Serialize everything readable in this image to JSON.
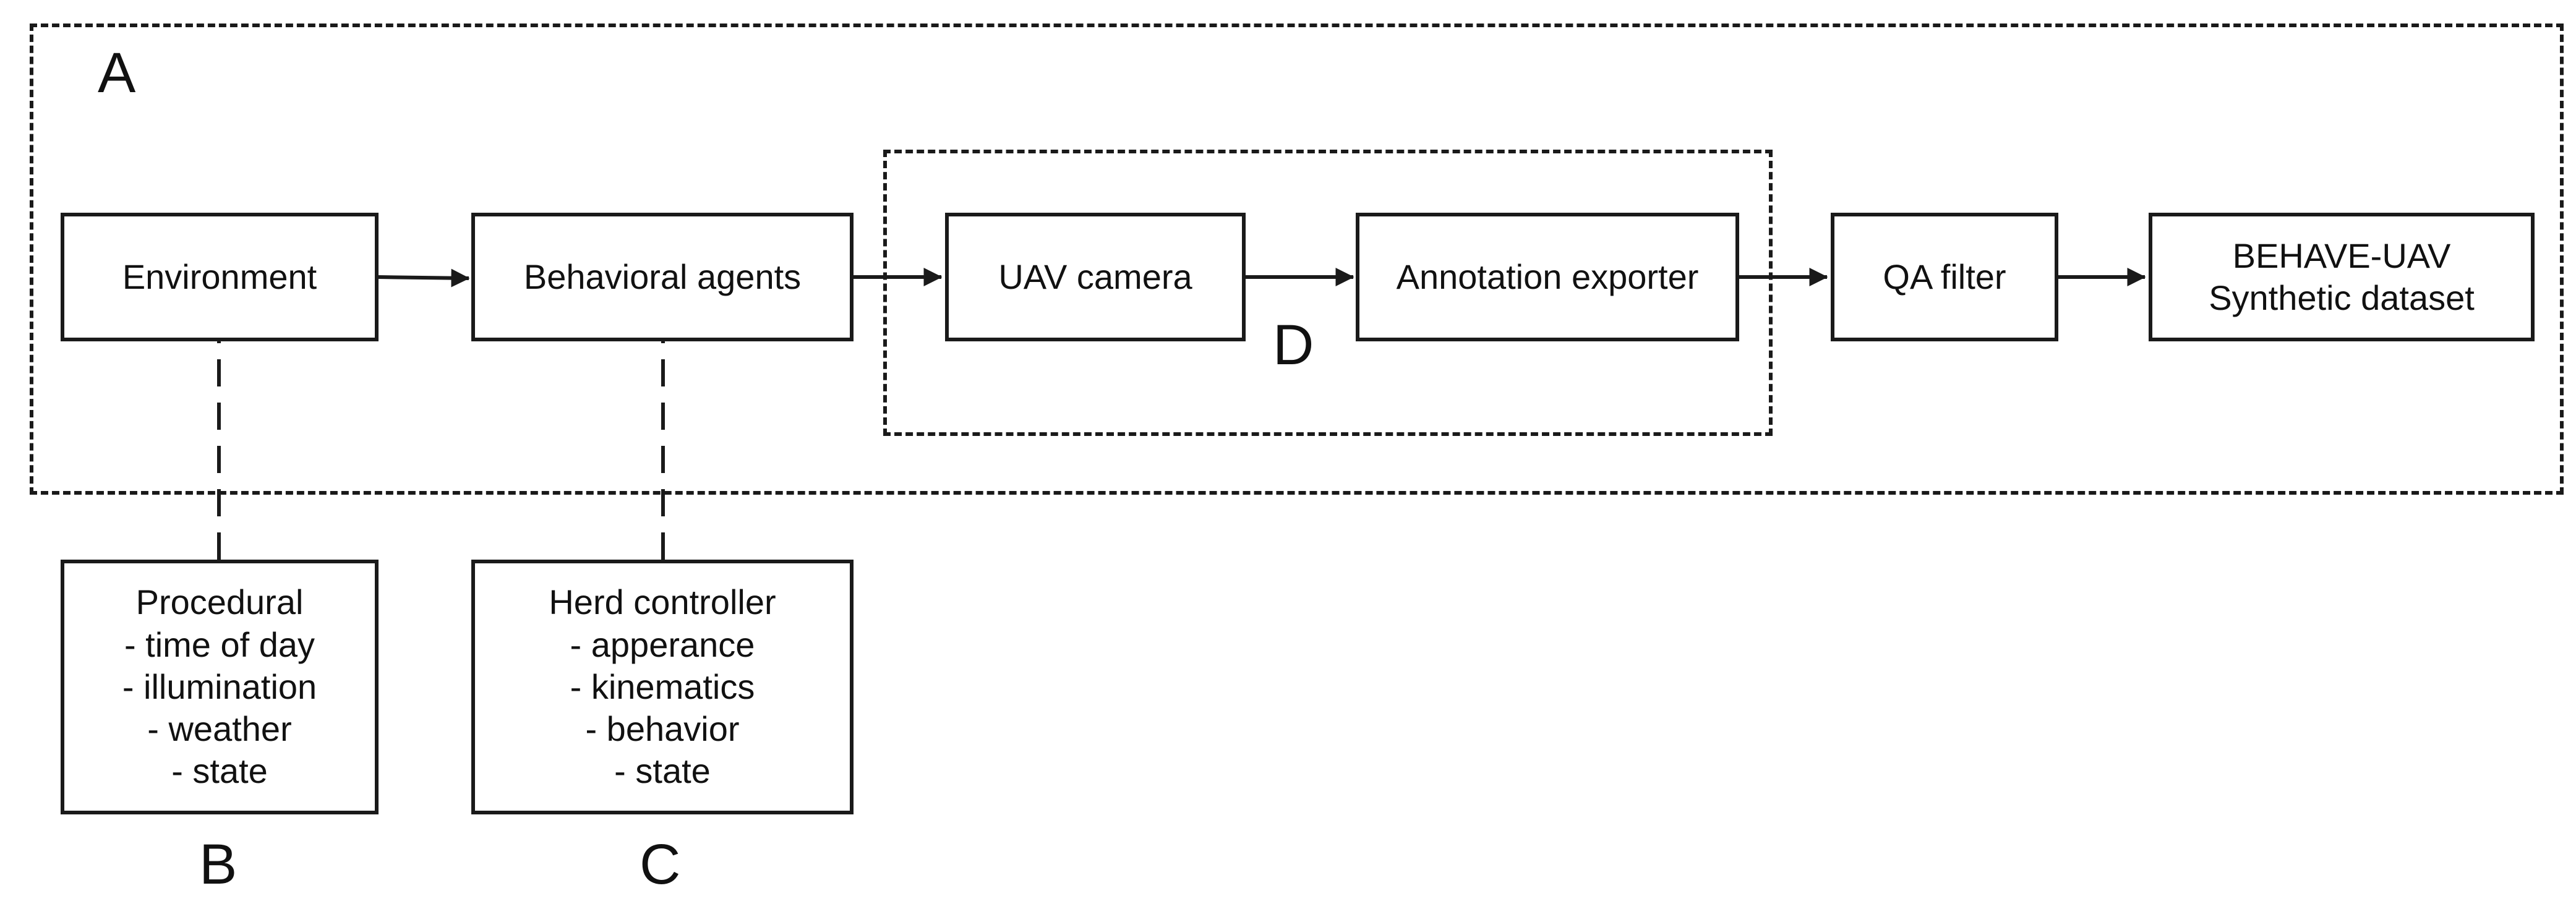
{
  "regions": {
    "a": {
      "label": "A"
    },
    "b": {
      "label": "B"
    },
    "c": {
      "label": "C"
    },
    "d": {
      "label": "D"
    }
  },
  "pipeline": {
    "environment": "Environment",
    "behavioral_agents": "Behavioral agents",
    "uav_camera": "UAV camera",
    "annotation_exporter": "Annotation exporter",
    "qa_filter": "QA filter",
    "dataset": {
      "line1": "BEHAVE-UAV",
      "line2": "Synthetic dataset"
    }
  },
  "procedural": {
    "title": "Procedural",
    "items": [
      "- time of day",
      "- illumination",
      "- weather",
      "- state"
    ]
  },
  "herd_controller": {
    "title": "Herd controller",
    "items": [
      "- apperance",
      "- kinematics",
      "- behavior",
      "- state"
    ]
  },
  "colors": {
    "stroke": "#1a1a1a",
    "text": "#111111",
    "background": "#ffffff"
  }
}
